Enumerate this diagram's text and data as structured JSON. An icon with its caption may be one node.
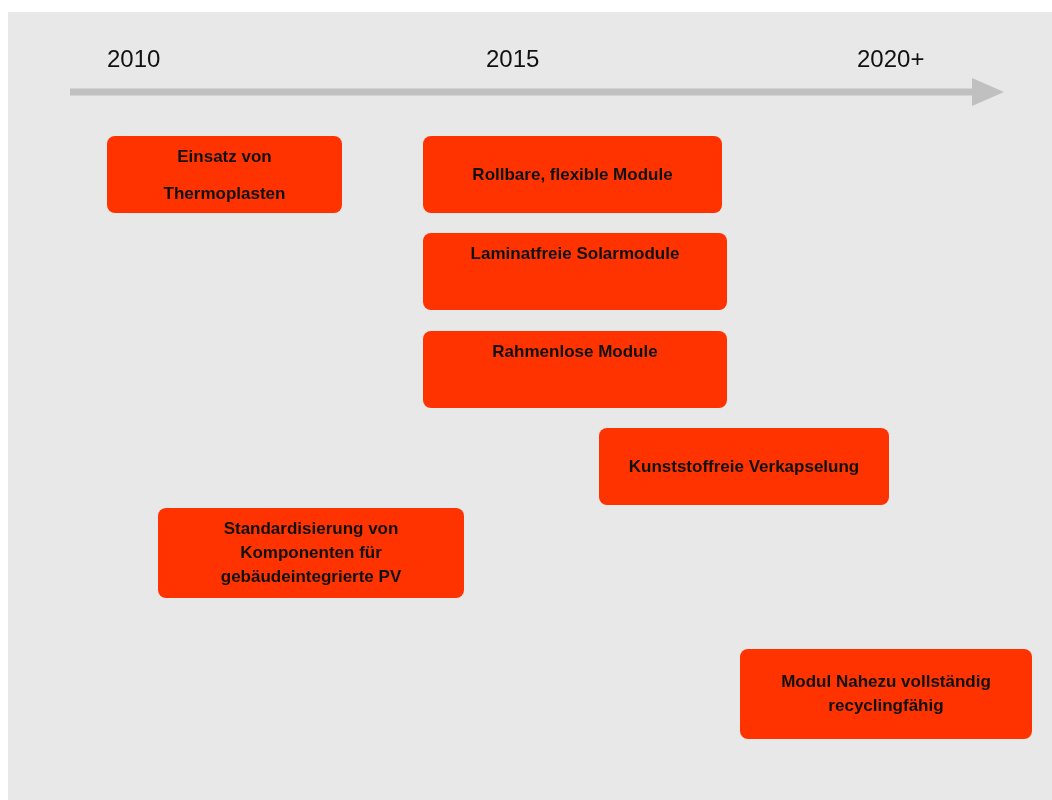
{
  "diagram": {
    "nodes": [
      {
        "text": [
          "Einsatz von Thermoplasten"
        ]
      },
      {
        "text": [
          "Rollbare, flexible Module"
        ]
      },
      {
        "text": [
          "Laminatfreie Solarmodule"
        ]
      },
      {
        "text": [
          "Rahmenlose Module"
        ]
      },
      {
        "text": [
          "Kunststoffreie Verkapselung"
        ]
      },
      {
        "text": [
          "Standardisierung von Komponenten für gebäudeintegrierte PV"
        ]
      },
      {
        "text": [
          "Modul Nahezu vollständig recyclingfähig"
        ]
      }
    ],
    "labels": [
      "2010",
      "2015",
      "2020+"
    ]
  }
}
